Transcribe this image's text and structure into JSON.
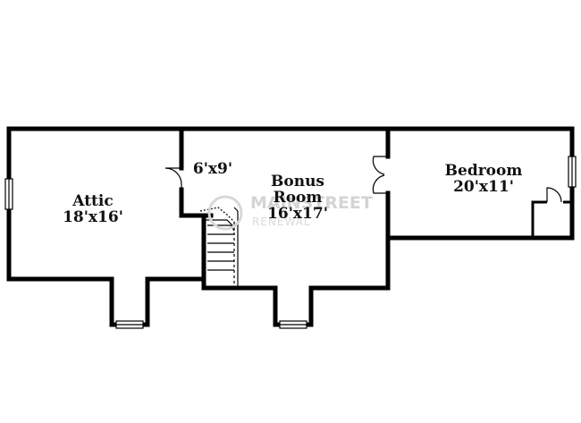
{
  "floorplan": {
    "rooms": [
      {
        "id": "attic",
        "name": "Attic",
        "dims": "18'x16'"
      },
      {
        "id": "closet",
        "name": "",
        "dims": "6'x9'"
      },
      {
        "id": "bonus",
        "name_line1": "Bonus",
        "name_line2": "Room",
        "dims": "16'x17'"
      },
      {
        "id": "bedroom",
        "name": "Bedroom",
        "dims": "20'x11'"
      }
    ],
    "watermark": {
      "text_main": "MAINSTREET",
      "text_sub": "RENEWAL"
    },
    "colors": {
      "wall": "#000000",
      "background": "#ffffff",
      "watermark": "#d4d4d4"
    }
  }
}
